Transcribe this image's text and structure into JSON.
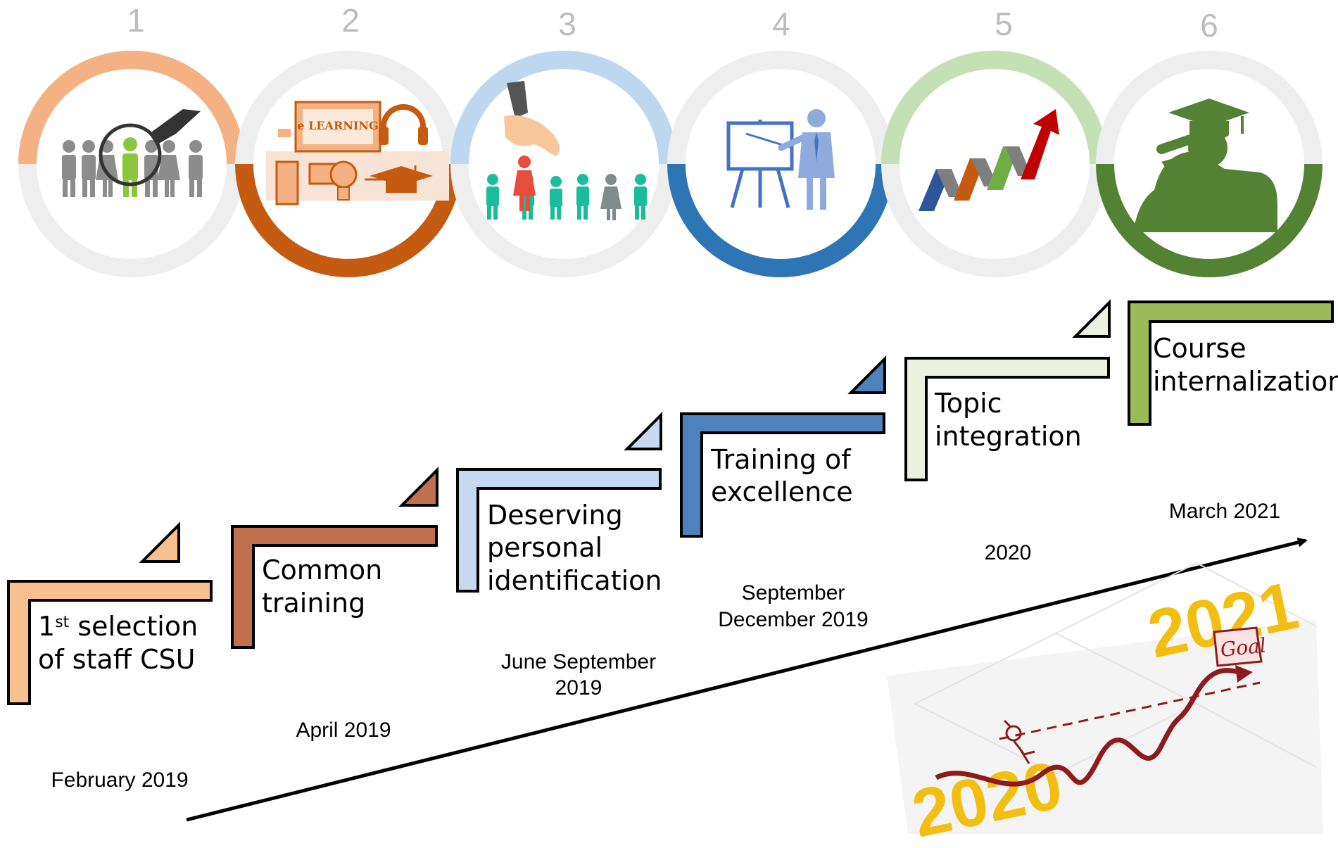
{
  "steps": [
    {
      "number": "1",
      "title_sup": "st",
      "title_line1_rest": " selection",
      "title_line1_prefix": "1",
      "title_line2": "of staff CSU",
      "date_line1": "February 2019",
      "date_line2": "",
      "color": "#f9c08f",
      "ring_color": "#f4b183",
      "icon": "magnifier-people-icon"
    },
    {
      "number": "2",
      "title_line1": "Common",
      "title_line2": "training",
      "title_line3": "",
      "date_line1": "April 2019",
      "date_line2": "",
      "color": "#c0704e",
      "ring_color": "#c55a11",
      "icon": "elearning-icon"
    },
    {
      "number": "3",
      "title_line1": "Deserving",
      "title_line2": "personal",
      "title_line3": "identification",
      "date_line1": "June September",
      "date_line2": "2019",
      "color": "#c6d9f1",
      "ring_color": "#bdd7ee",
      "icon": "hand-picking-person-icon"
    },
    {
      "number": "4",
      "title_line1": "Training of",
      "title_line2": "excellence",
      "title_line3": "",
      "date_line1": "September",
      "date_line2": "December 2019",
      "color": "#4f81bd",
      "ring_color": "#2e75b6",
      "icon": "presenter-board-icon"
    },
    {
      "number": "5",
      "title_line1": "Topic",
      "title_line2": "integration",
      "title_line3": "",
      "date_line1": "2020",
      "date_line2": "",
      "color": "#ebf1de",
      "ring_color": "#c5e0b4",
      "icon": "growth-arrow-icon"
    },
    {
      "number": "6",
      "title_line1": "Course",
      "title_line2": "internalization",
      "title_line3": "",
      "date_line1": "March 2021",
      "date_line2": "",
      "color": "#9bbb59",
      "ring_color": "#548235",
      "icon": "graduate-salute-icon"
    }
  ],
  "goal_image": {
    "year_start": "2020",
    "year_end": "2021",
    "goal_label": "Goal",
    "icon": "path-to-goal-icon"
  },
  "timeline_arrow": {
    "icon": "timeline-arrow-icon"
  }
}
